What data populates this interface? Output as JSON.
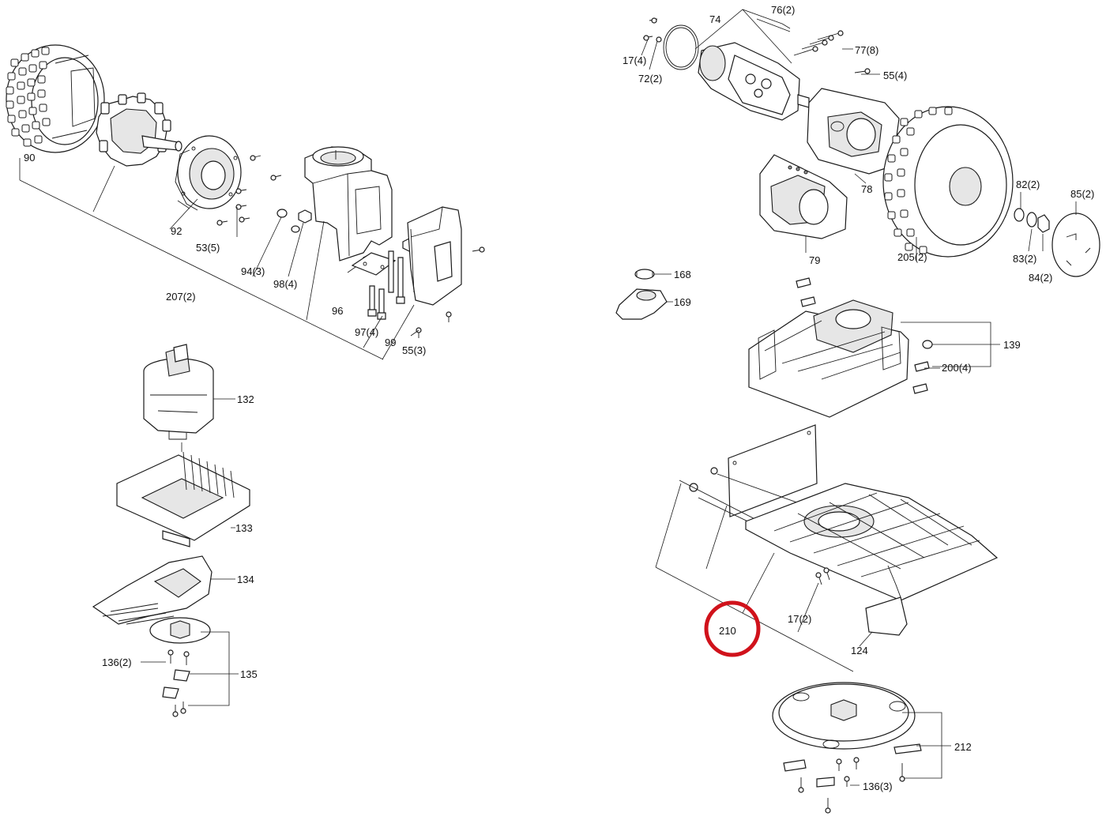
{
  "highlight_color": "#d0121b",
  "labels": {
    "l90": "90",
    "l92": "92",
    "l53": "53(5)",
    "l207": "207(2)",
    "l94": "94(3)",
    "l98": "98(4)",
    "l96": "96",
    "l97": "97(4)",
    "l99": "99",
    "l55a": "55(3)",
    "l74": "74",
    "l76": "76(2)",
    "l17a": "17(4)",
    "l72": "72(2)",
    "l77": "77(8)",
    "l55b": "55(4)",
    "l78": "78",
    "l79": "79",
    "l82": "82(2)",
    "l85": "85(2)",
    "l205": "205(2)",
    "l83": "83(2)",
    "l84": "84(2)",
    "l168": "168",
    "l169": "169",
    "l139": "139",
    "l200": "200(4)",
    "l132": "132",
    "l133": "133",
    "l134": "134",
    "l135": "135",
    "l136a": "136(2)",
    "l210": "210",
    "l17b": "17(2)",
    "l124": "124",
    "l212": "212",
    "l136b": "136(3)"
  }
}
